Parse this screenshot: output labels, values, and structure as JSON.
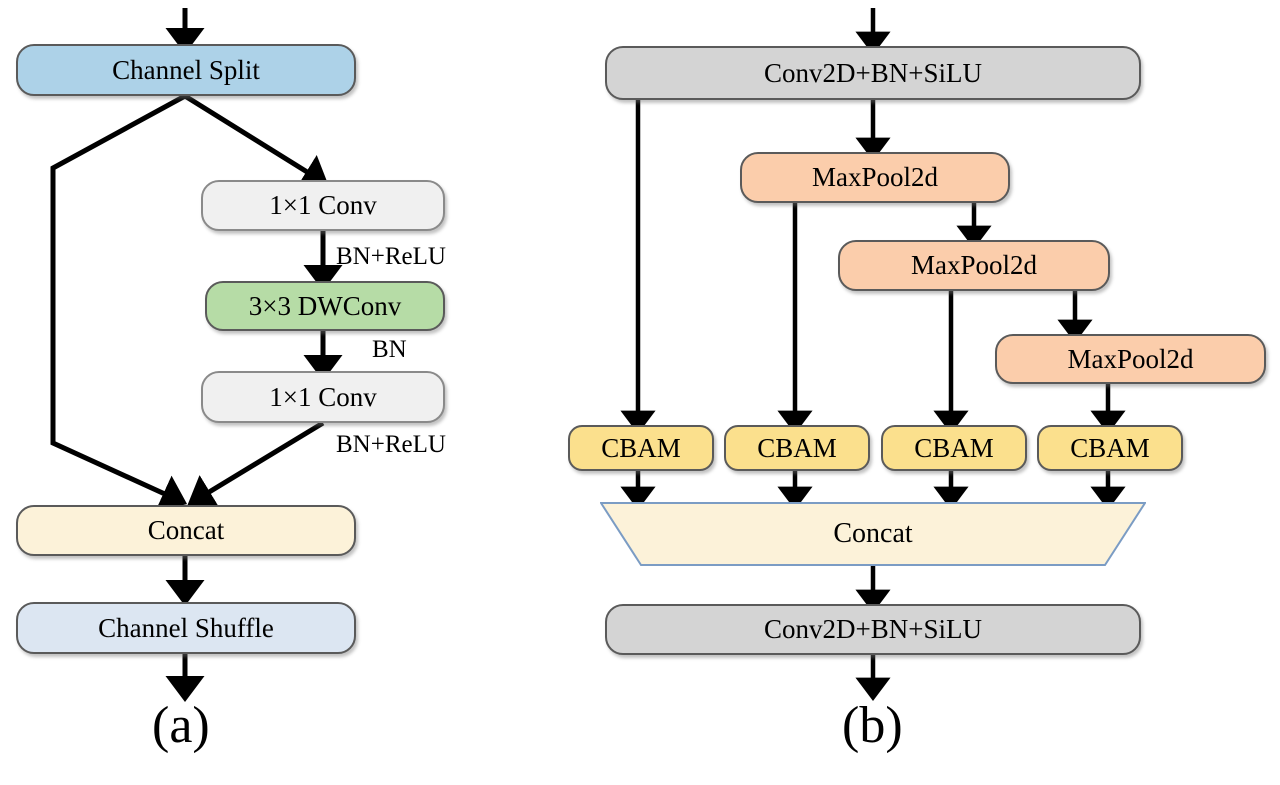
{
  "figure": {
    "panels": [
      {
        "id": "a",
        "caption": "(a)"
      },
      {
        "id": "b",
        "caption": "(b)"
      }
    ]
  },
  "panel_a": {
    "caption": "(a)",
    "nodes": [
      {
        "key": "channel_split",
        "label": "Channel Split",
        "color": "#ADD2E8"
      },
      {
        "key": "conv1x1_top",
        "label": "1×1 Conv",
        "color": "#F0F0F0"
      },
      {
        "key": "dwconv3x3",
        "label": "3×3 DWConv",
        "color": "#B6DCA6"
      },
      {
        "key": "conv1x1_bottom",
        "label": "1×1 Conv",
        "color": "#F0F0F0"
      },
      {
        "key": "concat",
        "label": "Concat",
        "color": "#FCF2D9"
      },
      {
        "key": "channel_shuffle",
        "label": "Channel Shuffle",
        "color": "#DCE6F2"
      }
    ],
    "edge_labels": [
      {
        "key": "bn_relu_1",
        "label": "BN+ReLU"
      },
      {
        "key": "bn_1",
        "label": "BN"
      },
      {
        "key": "bn_relu_2",
        "label": "BN+ReLU"
      }
    ]
  },
  "panel_b": {
    "caption": "(b)",
    "nodes": [
      {
        "key": "conv_top",
        "label": "Conv2D+BN+SiLU",
        "color": "#D4D4D4"
      },
      {
        "key": "maxpool_1",
        "label": "MaxPool2d",
        "color": "#FBCDAB"
      },
      {
        "key": "maxpool_2",
        "label": "MaxPool2d",
        "color": "#FBCDAB"
      },
      {
        "key": "maxpool_3",
        "label": "MaxPool2d",
        "color": "#FBCDAB"
      },
      {
        "key": "cbam_1",
        "label": "CBAM",
        "color": "#FBE08D"
      },
      {
        "key": "cbam_2",
        "label": "CBAM",
        "color": "#FBE08D"
      },
      {
        "key": "cbam_3",
        "label": "CBAM",
        "color": "#FBE08D"
      },
      {
        "key": "cbam_4",
        "label": "CBAM",
        "color": "#FBE08D"
      },
      {
        "key": "concat",
        "label": "Concat",
        "color": "#FCF2D9"
      },
      {
        "key": "conv_bottom",
        "label": "Conv2D+BN+SiLU",
        "color": "#D4D4D4"
      }
    ]
  },
  "colors": {
    "outline": "#5a5a5a",
    "arrow": "#000000",
    "trapezoid_border": "#7B9CC4",
    "background": "#ffffff"
  }
}
